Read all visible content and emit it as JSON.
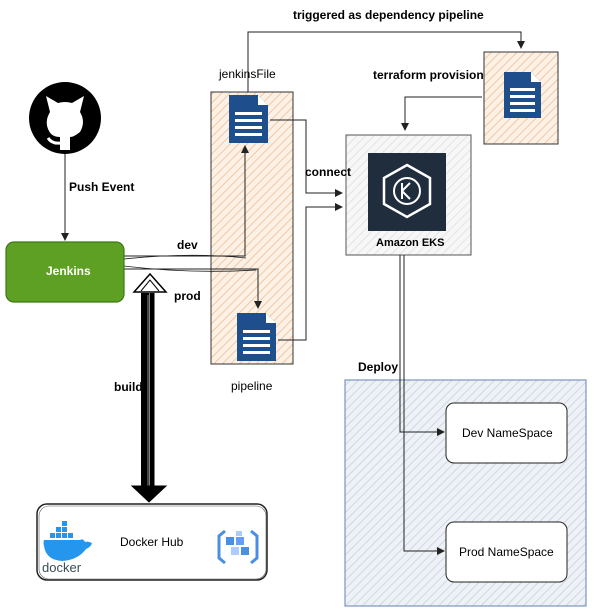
{
  "labels": {
    "triggered": "triggered as dependency pipeline",
    "jenkinsfile": "jenkinsFile",
    "terraform": "terraform provision",
    "push_event": "Push Event",
    "connect": "connect",
    "jenkins": "Jenkins",
    "dev": "dev",
    "prod": "prod",
    "eks": "Amazon EKS",
    "pipeline": "pipeline",
    "build": "build",
    "deploy": "Deploy",
    "dev_ns": "Dev NameSpace",
    "prod_ns": "Prod NameSpace",
    "docker_hub": "Docker Hub",
    "docker_logo": "docker"
  },
  "colors": {
    "jenkins_fill": "#5ea024",
    "jenkins_border": "#3a7a12",
    "pipeline_fill": "#f6d9bf",
    "deploy_fill": "#dfe5ee",
    "deploy_border": "#7b95bd",
    "doc_icon": "#1f4e8c",
    "eks_tile": "#1f2d3d",
    "docker_blue": "#2496ed",
    "gcp_blue": "#4a90e2"
  },
  "icons": {
    "github": "github-icon",
    "docker": "docker-icon",
    "artifact_registry": "artifact-registry-icon",
    "eks": "eks-icon",
    "document": "document-icon"
  }
}
